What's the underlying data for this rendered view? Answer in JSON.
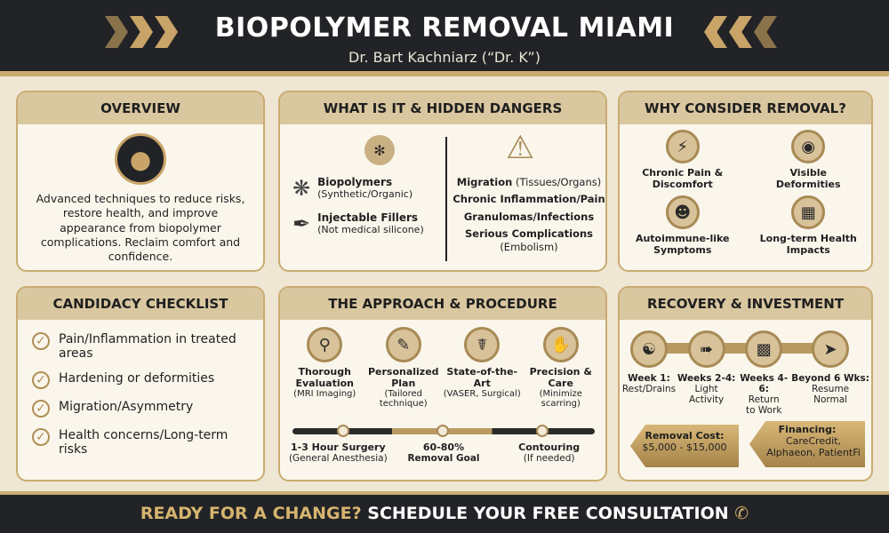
{
  "header": {
    "title": "BIOPOLYMER REMOVAL MIAMI",
    "subtitle": "Dr. Bart Kachniarz (“Dr. K”)"
  },
  "overview": {
    "title": "OVERVIEW",
    "icon": "person-avatar-icon",
    "text": "Advanced techniques to reduce risks, restore health, and improve appearance from biopolymer complications. Reclaim comfort and confidence."
  },
  "dangers": {
    "title": "WHAT IS IT & HIDDEN DANGERS",
    "items": [
      {
        "name": "Biopolymers",
        "detail": "(Synthetic/Organic)",
        "icon": "molecule-icon"
      },
      {
        "name": "Injectable Fillers",
        "detail": "(Not medical silicone)",
        "icon": "syringe-icon"
      }
    ],
    "risks": [
      {
        "bold": "Migration",
        "detail": "(Tissues/Organs)"
      },
      {
        "bold": "Chronic Inflammation/Pain",
        "detail": ""
      },
      {
        "bold": "Granulomas/Infections",
        "detail": ""
      },
      {
        "bold": "Serious Complications",
        "detail": "(Embolism)"
      }
    ]
  },
  "why": {
    "title": "WHY CONSIDER REMOVAL?",
    "items": [
      {
        "label": "Chronic Pain & Discomfort",
        "icon": "pain-icon"
      },
      {
        "label": "Visible Deformities",
        "icon": "deformity-icon"
      },
      {
        "label": "Autoimmune-like Symptoms",
        "icon": "body-icon"
      },
      {
        "label": "Long-term Health Impacts",
        "icon": "chart-icon"
      }
    ]
  },
  "candidacy": {
    "title": "CANDIDACY CHECKLIST",
    "items": [
      "Pain/Inflammation in treated areas",
      "Hardening or deformities",
      "Migration/Asymmetry",
      "Health concerns/Long-term risks"
    ]
  },
  "approach": {
    "title": "THE APPROACH & PROCEDURE",
    "steps": [
      {
        "name": "Thorough Evaluation",
        "detail": "(MRI Imaging)",
        "icon": "magnifier-icon"
      },
      {
        "name": "Personalized Plan",
        "detail": "(Tailored technique)",
        "icon": "clipboard-icon"
      },
      {
        "name": "State-of-the-Art",
        "detail": "(VASER, Surgical)",
        "icon": "caduceus-icon"
      },
      {
        "name": "Precision & Care",
        "detail": "(Minimize scarring)",
        "icon": "hand-scalpel-icon"
      }
    ],
    "timeline": [
      {
        "bold": "1-3 Hour Surgery",
        "detail": "(General Anesthesia)"
      },
      {
        "bold": "60-80%",
        "detail": "Removal Goal"
      },
      {
        "bold": "Contouring",
        "detail": "(If needed)"
      }
    ]
  },
  "recovery": {
    "title": "RECOVERY & INVESTMENT",
    "stages": [
      {
        "when": "Week 1:",
        "what": "Rest/Drains",
        "icon": "bed-icon"
      },
      {
        "when": "Weeks 2-4:",
        "what": "Light Activity",
        "icon": "walking-icon"
      },
      {
        "when": "Weeks 4-6:",
        "what": "Return to Work",
        "icon": "desk-icon"
      },
      {
        "when": "Beyond 6 Wks:",
        "what": "Resume Normal",
        "icon": "running-icon"
      }
    ],
    "cost_label": "Removal Cost:",
    "cost_value": "$5,000 - $15,000",
    "financing_label": "Financing:",
    "financing_value": "CareCredit, Alphaeon, PatientFi"
  },
  "footer": {
    "cta_gold": "READY FOR A CHANGE?",
    "cta_white": "SCHEDULE YOUR FREE CONSULTATION",
    "icon": "phone-icon"
  },
  "colors": {
    "dark": "#222326",
    "gold": "#c9ab72",
    "panel_header": "#d9c7a0",
    "background": "#efe6d3"
  }
}
